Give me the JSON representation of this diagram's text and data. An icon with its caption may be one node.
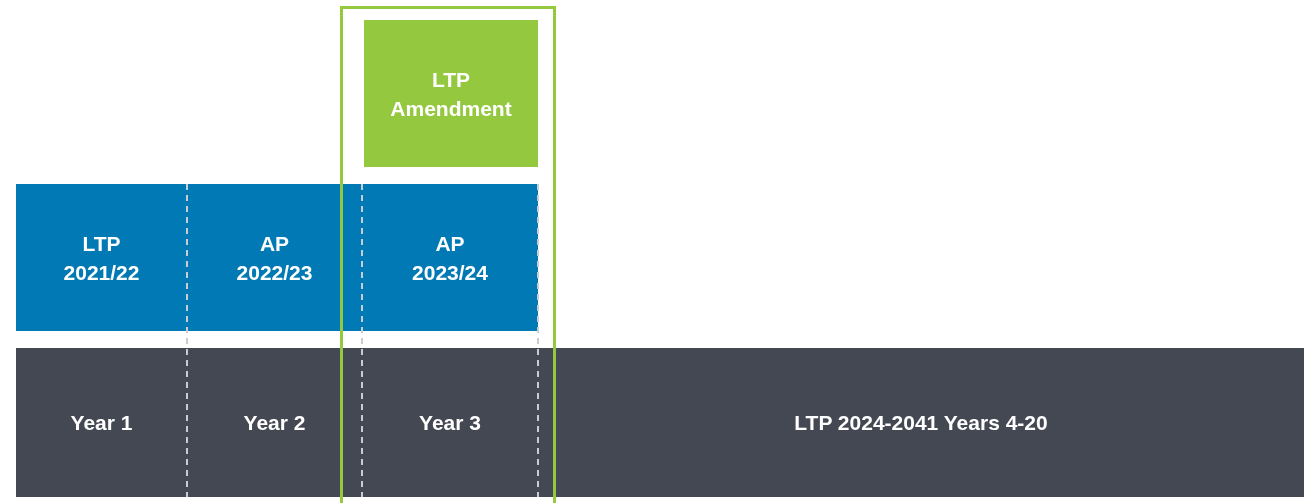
{
  "diagram": {
    "nodes": [
      {
        "text": [
          "LTP Amendment"
        ]
      },
      {
        "text": [
          "LTP 2021/22"
        ]
      },
      {
        "text": [
          "AP 2022/23"
        ]
      },
      {
        "text": [
          "AP 2023/24"
        ]
      },
      {
        "text": [
          "Year 1"
        ]
      },
      {
        "text": [
          "Year 2"
        ]
      },
      {
        "text": [
          "Year 3"
        ]
      },
      {
        "text": [
          "LTP 2024-2041 Years 4-20"
        ]
      }
    ]
  }
}
